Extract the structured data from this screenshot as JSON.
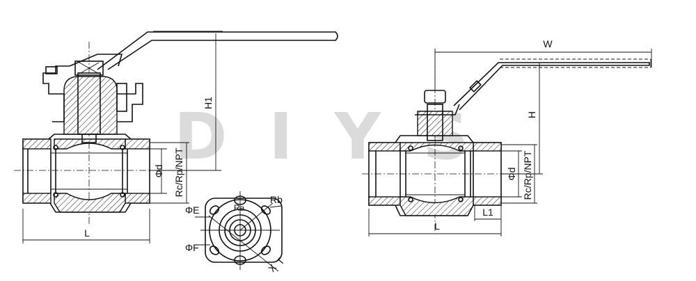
{
  "watermark": "DIYS",
  "left_view": {
    "labels": {
      "h1": "H1",
      "phi_d": "Φd",
      "thread": "Rc/Rp/NPT",
      "length": "L"
    }
  },
  "flange_view": {
    "labels": {
      "phi_e": "ΦE",
      "phi_f": "ΦF",
      "ra": "Ra",
      "rb": "Rb",
      "x": "X",
      "t": "T"
    }
  },
  "right_view": {
    "labels": {
      "w": "W",
      "h": "H",
      "phi_d": "Φd",
      "thread": "Rc/Rp/NPT",
      "l1": "L1",
      "length": "L"
    }
  }
}
